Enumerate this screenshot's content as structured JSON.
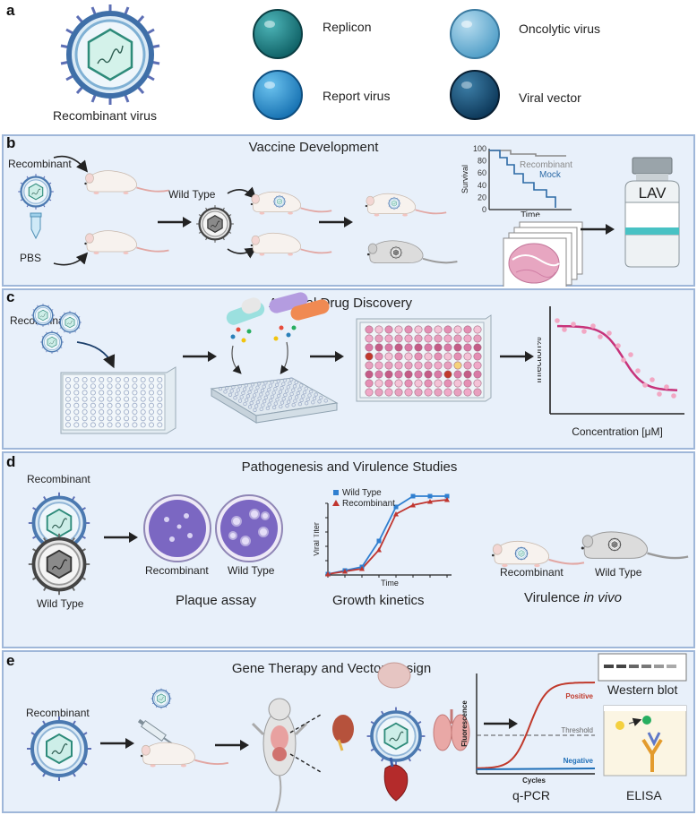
{
  "panel_a": {
    "label": "a",
    "virus_caption": "Recombinant virus",
    "types": [
      {
        "name": "Replicon",
        "color": "#17757a"
      },
      {
        "name": "Oncolytic virus",
        "color": "#6fb4d6"
      },
      {
        "name": "Report virus",
        "color": "#1f93d1"
      },
      {
        "name": "Viral vector",
        "color": "#13527a"
      }
    ]
  },
  "panel_b": {
    "label": "b",
    "title": "Vaccine Development",
    "recombinant": "Recombinant",
    "pbs": "PBS",
    "wild_type": "Wild Type",
    "survival_chart": {
      "ylabel": "Survival",
      "xlabel": "Time",
      "yticks": [
        "100",
        "80",
        "60",
        "40",
        "20",
        "0"
      ],
      "legend": [
        {
          "name": "Recombinant",
          "color": "#8a8a8a"
        },
        {
          "name": "Mock",
          "color": "#2c6aa6"
        }
      ]
    },
    "vial_label": "LAV"
  },
  "panel_c": {
    "label": "c",
    "title": "Antiviral Drug Discovery",
    "recombinant": "Recombinant",
    "dose_chart": {
      "ylabel": "Infection%",
      "xlabel": "Concentration [μM]"
    }
  },
  "panel_d": {
    "label": "d",
    "title": "Pathogenesis and Virulence Studies",
    "recombinant": "Recombinant",
    "wild_type": "Wild Type",
    "plaque_labels": [
      "Recombinant",
      "Wild Type"
    ],
    "plaque_caption": "Plaque assay",
    "growth_chart": {
      "ylabel": "Viral Titer",
      "xlabel": "Time",
      "legend": [
        {
          "name": "Wild Type",
          "color": "#2f7fd0"
        },
        {
          "name": "Recombinant",
          "color": "#c0352f"
        }
      ]
    },
    "growth_caption": "Growth kinetics",
    "mouse_labels": [
      "Recombinant",
      "Wild Type"
    ],
    "virulence_caption_plain": "Virulence ",
    "virulence_caption_italic": "in vivo"
  },
  "panel_e": {
    "label": "e",
    "title": "Gene Therapy and Vector Design",
    "recombinant": "Recombinant",
    "qpcr_chart": {
      "ylabel": "Fluorescence",
      "xlabel": "Cycles",
      "positive": "Positive",
      "threshold": "Threshold",
      "negative": "Negative"
    },
    "qpcr_caption": "q-PCR",
    "western_caption": "Western blot",
    "elisa_caption": "ELISA"
  }
}
